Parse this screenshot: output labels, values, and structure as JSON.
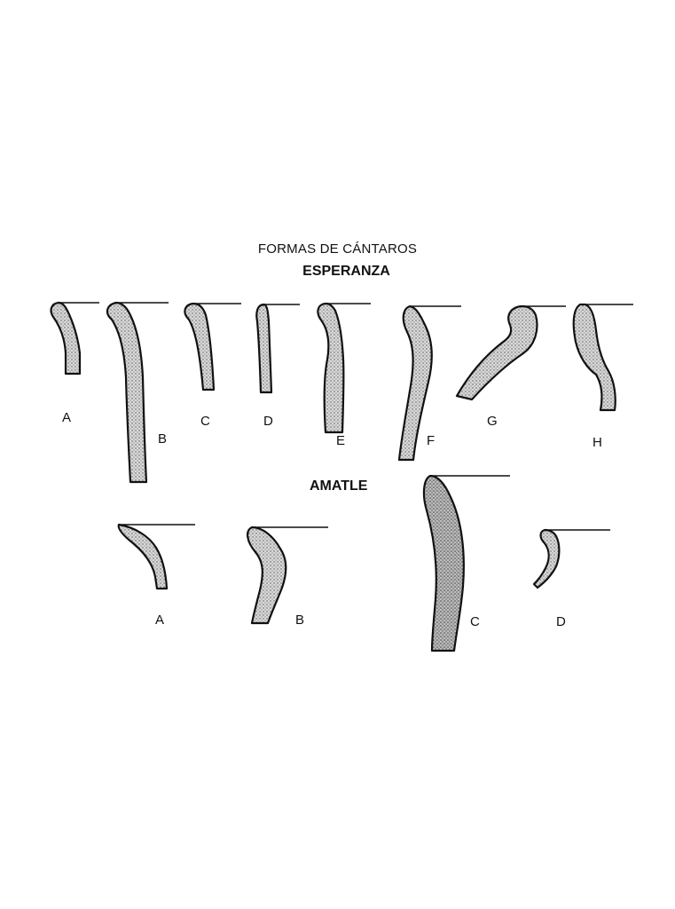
{
  "title": "FORMAS DE CÁNTAROS",
  "groups": {
    "esperanza": {
      "name": "ESPERANZA",
      "labels": [
        "A",
        "B",
        "C",
        "D",
        "E",
        "F",
        "G",
        "H"
      ]
    },
    "amatle": {
      "name": "AMATLE",
      "labels": [
        "A",
        "B",
        "C",
        "D"
      ]
    }
  }
}
